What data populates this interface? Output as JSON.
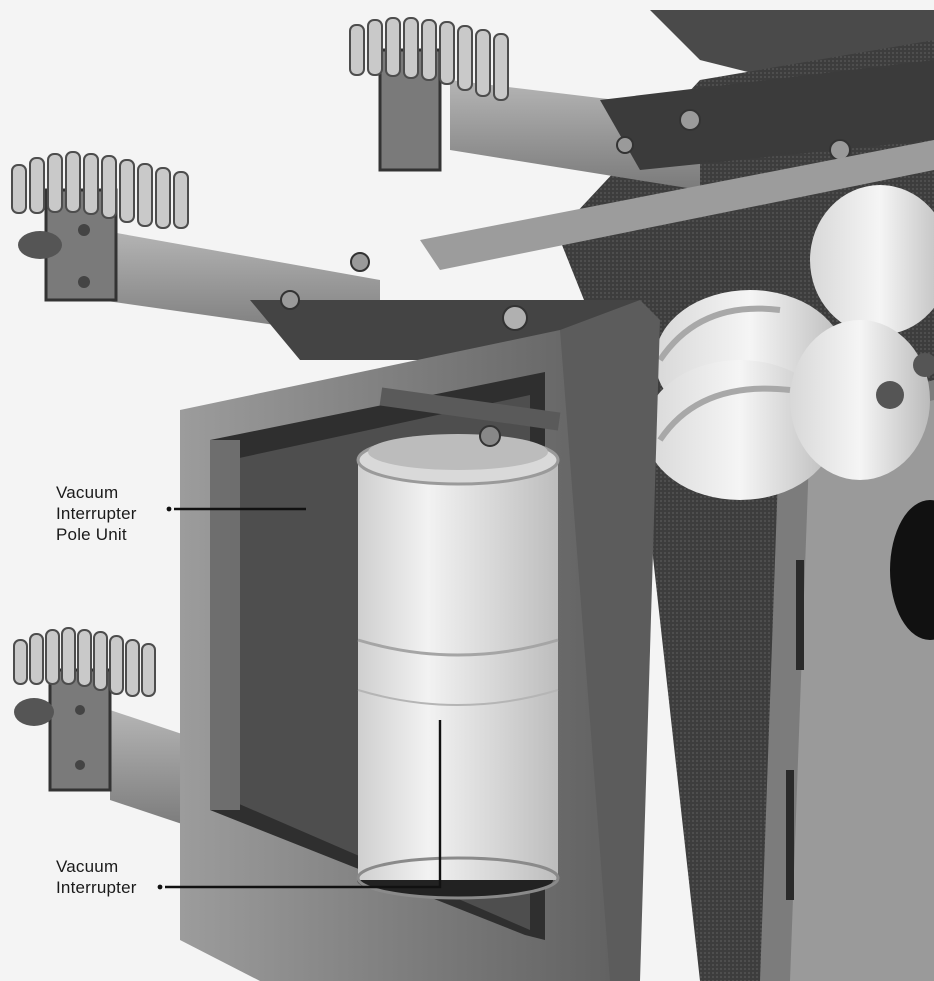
{
  "figure": {
    "callouts": [
      {
        "lines": [
          "Vacuum",
          "Interrupter",
          "Pole Unit"
        ]
      },
      {
        "lines": [
          "Vacuum",
          "Interrupter"
        ]
      }
    ]
  },
  "colors": {
    "background": "#f4f4f4",
    "frame": "#8a8a8a",
    "dark_panel": "#3a3a3a",
    "insulator": "#e8e8e8",
    "ink": "#1a1a1a"
  }
}
